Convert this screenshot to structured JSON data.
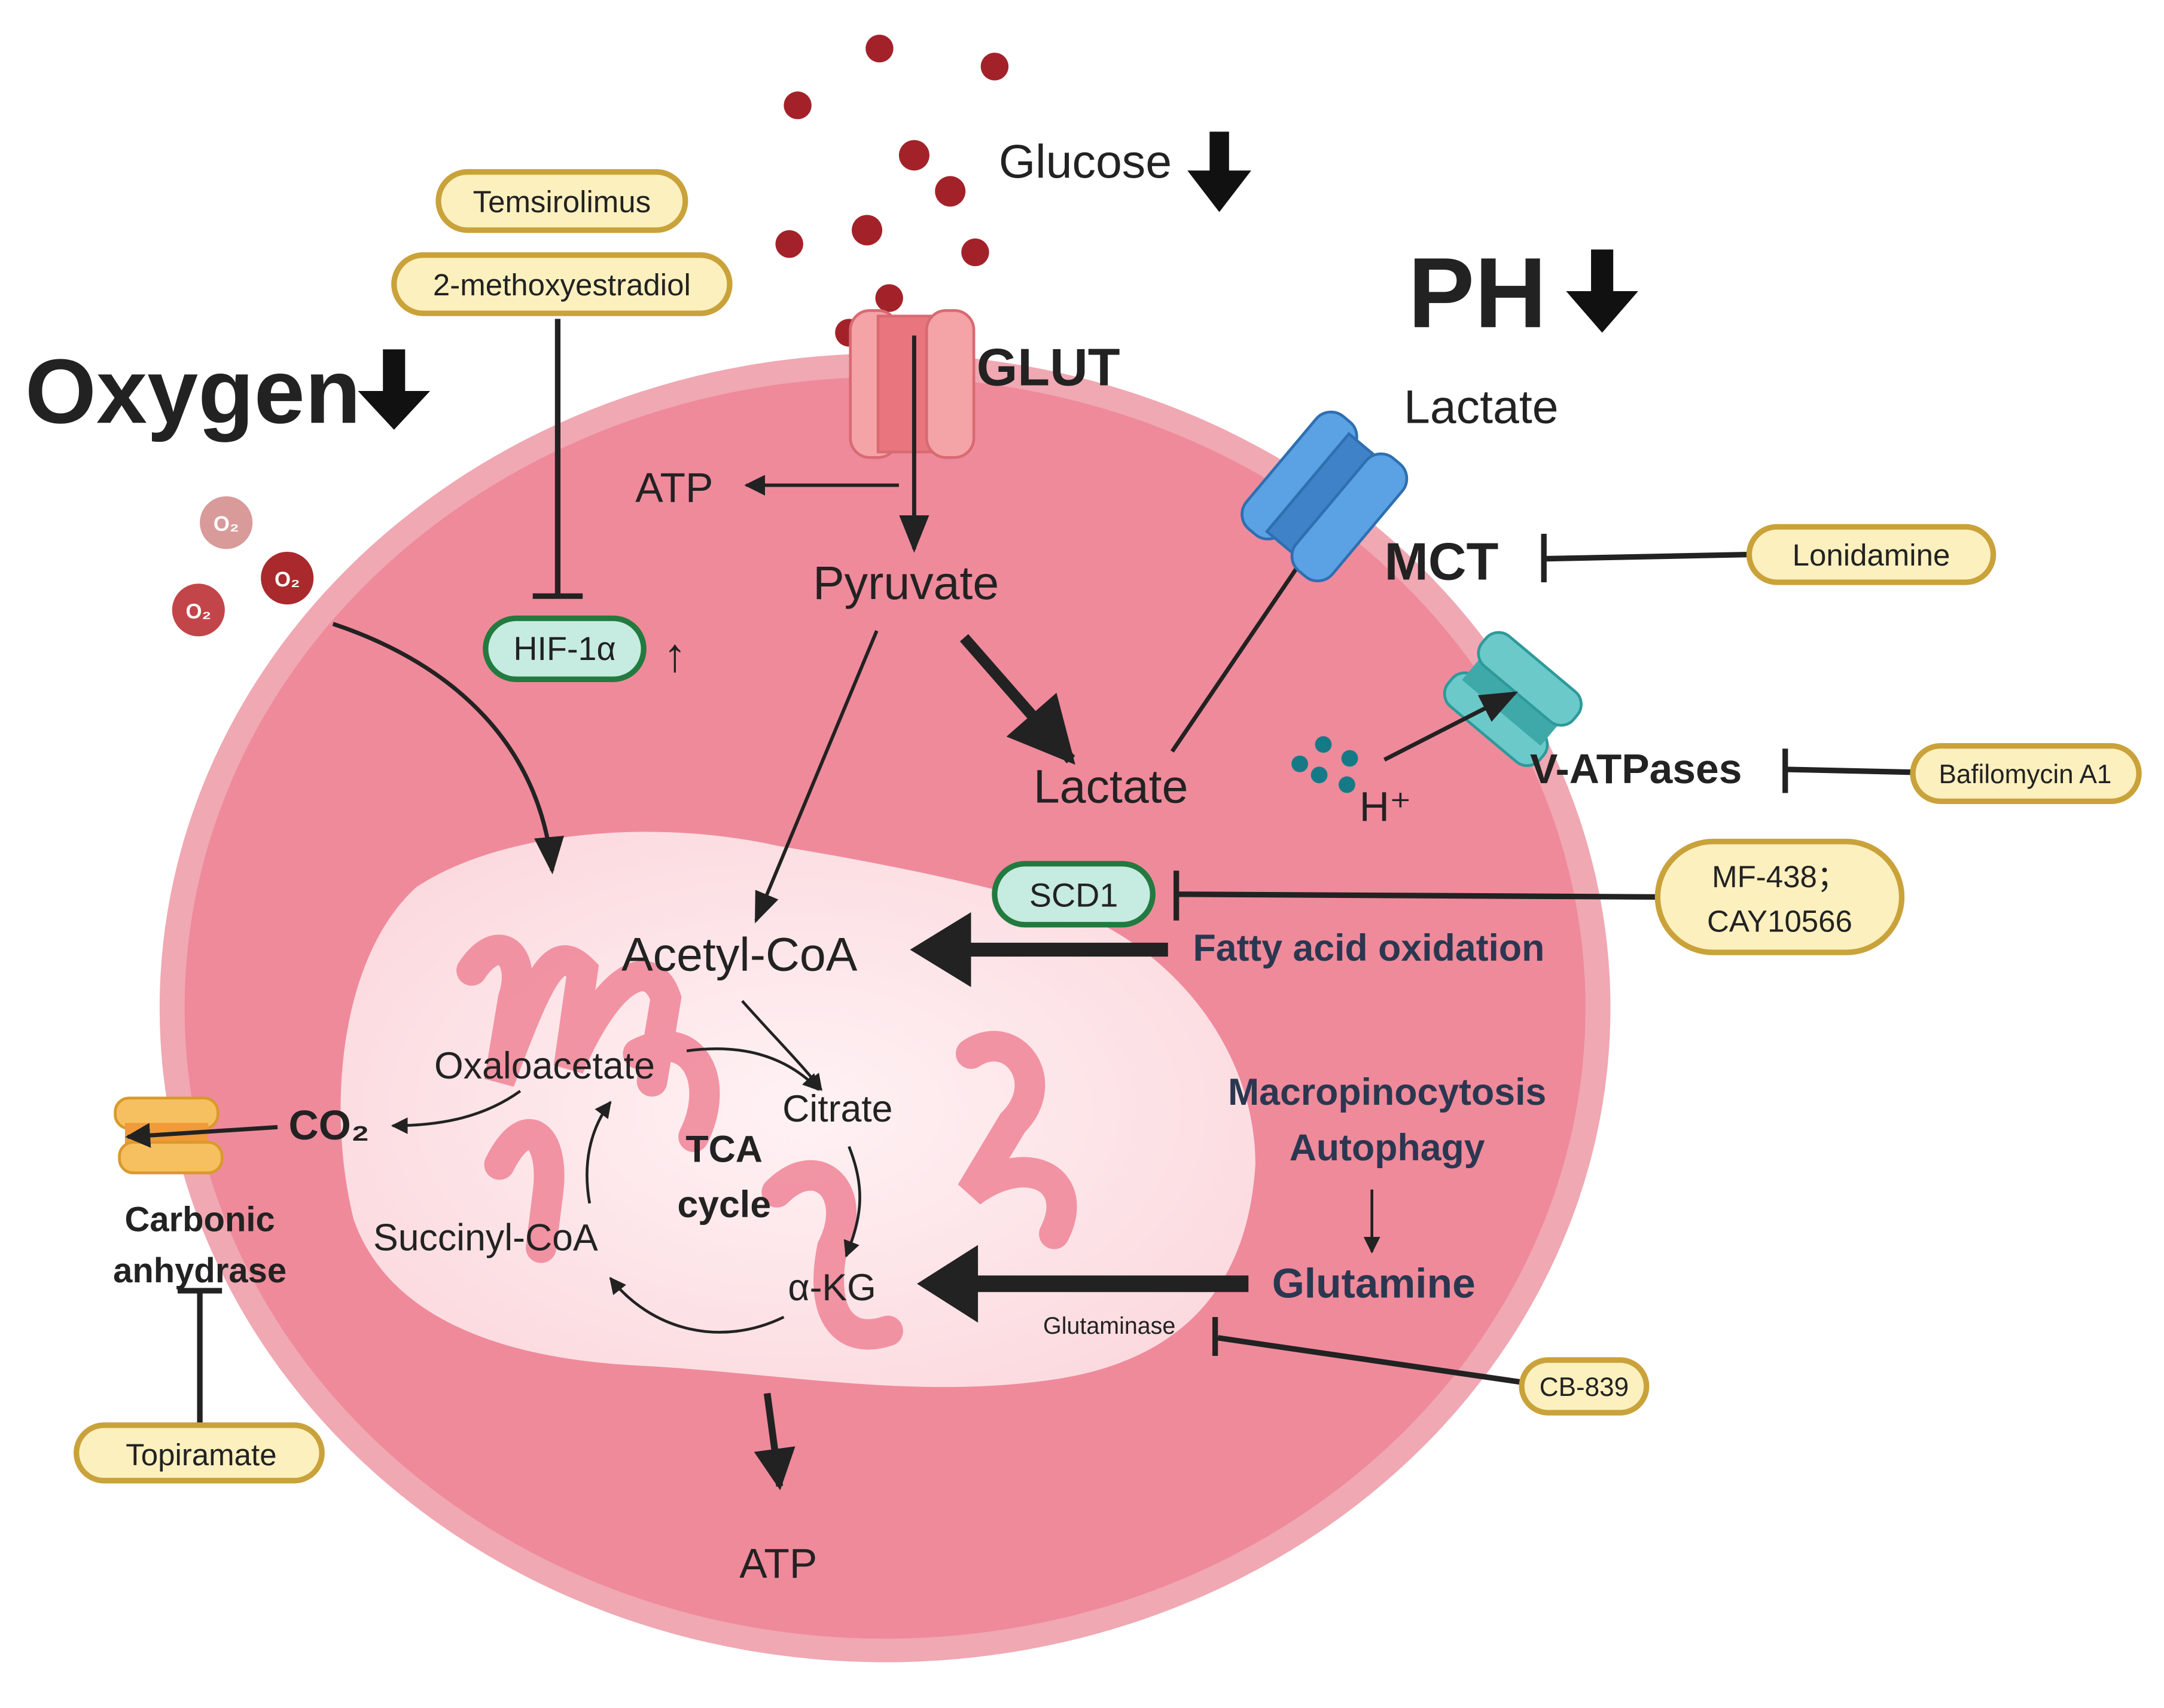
{
  "title_labels": {
    "glucose": "Glucose",
    "ph": "PH",
    "oxygen": "Oxygen",
    "lactate_out": "Lactate",
    "glut": "GLUT",
    "mct": "MCT",
    "v_atpases": "V-ATPases",
    "h_plus": "H⁺",
    "o2": "O₂",
    "co2": "CO₂",
    "carbonic_anhydrase_1": "Carbonic",
    "carbonic_anhydrase_2": "anhydrase"
  },
  "metabolites": {
    "atp_top": "ATP",
    "pyruvate": "Pyruvate",
    "lactate_in": "Lactate",
    "acetyl_coa": "Acetyl-CoA",
    "oxaloacetate": "Oxaloacetate",
    "citrate": "Citrate",
    "tca_1": "TCA",
    "tca_2": "cycle",
    "succinyl_coa": "Succinyl-CoA",
    "akg": "α-KG",
    "atp_bottom": "ATP",
    "fatty_acid_oxidation": "Fatty acid oxidation",
    "macropinocytosis": "Macropinocytosis",
    "autophagy": "Autophagy",
    "glutamine": "Glutamine",
    "glutaminase": "Glutaminase",
    "hif_up": "↑"
  },
  "proteins": {
    "hif1a": "HIF-1α",
    "scd1": "SCD1"
  },
  "drugs": {
    "temsirolimus": "Temsirolimus",
    "methoxyestradiol": "2-methoxyestradiol",
    "lonidamine": "Lonidamine",
    "bafilomycin": "Bafilomycin A1",
    "mf438_1": "MF-438；",
    "mf438_2": "CAY10566",
    "cb839": "CB-839",
    "topiramate": "Topiramate"
  },
  "colors": {
    "cell": "#ef8a9b",
    "cell_membrane": "#f0a8b3",
    "mitochondrion": "#fde6e9",
    "drug_fill": "#fdf0bf",
    "drug_border": "#c9a23a",
    "protein_fill": "#c6ebe1",
    "protein_border": "#237a3f",
    "glucose": "#a3222a",
    "mct": "#4f93d8",
    "v_atpase": "#5bbfbf",
    "carbonic_anhydrase": "#f6c060",
    "label_navy": "#2b3750"
  }
}
